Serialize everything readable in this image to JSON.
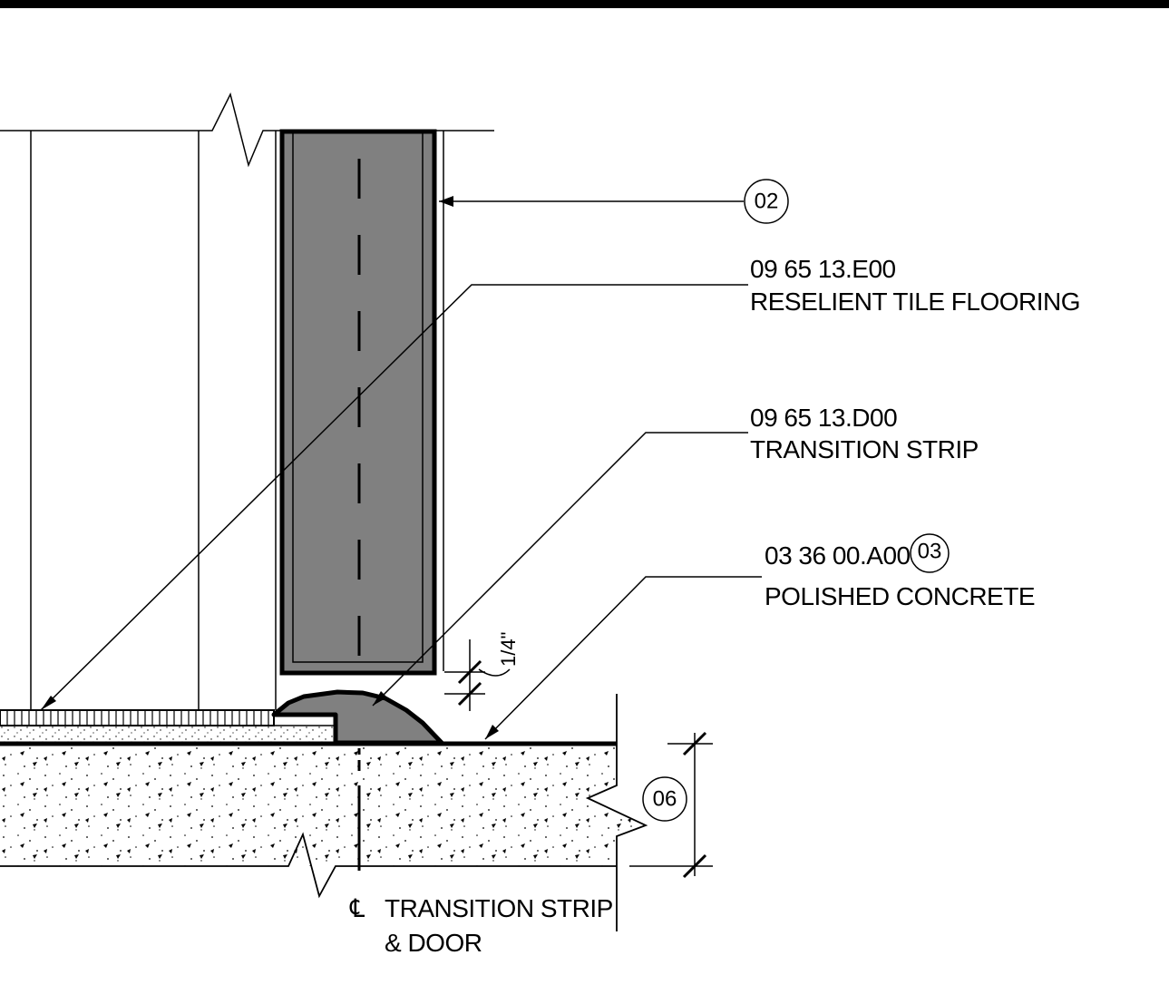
{
  "colors": {
    "door_fill": "#808080",
    "line": "#000000",
    "background": "#ffffff"
  },
  "tags": {
    "door_tag": "02",
    "concrete_tag": "03",
    "slab_tag": "06"
  },
  "labels": {
    "tile_code": "09 65 13.E00",
    "tile_name": "RESELIENT TILE FLOORING",
    "strip_code": "09 65 13.D00",
    "strip_name": "TRANSITION STRIP",
    "concrete_code": "03 36 00.A00",
    "concrete_name": "POLISHED  CONCRETE",
    "centerline_symbol": "℄",
    "centerline_line1": "TRANSITION STRIP",
    "centerline_line2": "& DOOR",
    "gap_dimension": "1/4\""
  }
}
